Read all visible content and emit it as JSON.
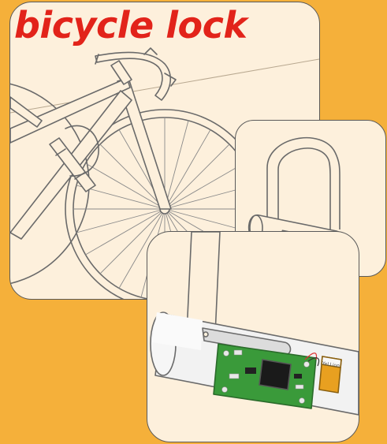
{
  "title": "bicycle lock",
  "colors": {
    "background": "#f5b03a",
    "panel_fill": "#fdf0dc",
    "title": "#e2231a",
    "line": "#6a6a6a",
    "pcb": "#3a9a3a",
    "chip": "#1a1a1a",
    "battery": "#e8a020"
  },
  "panels": {
    "bike": "bicycle",
    "lock": "u-lock",
    "inside": "lock-internals"
  },
  "battery_label": "YeLLion"
}
